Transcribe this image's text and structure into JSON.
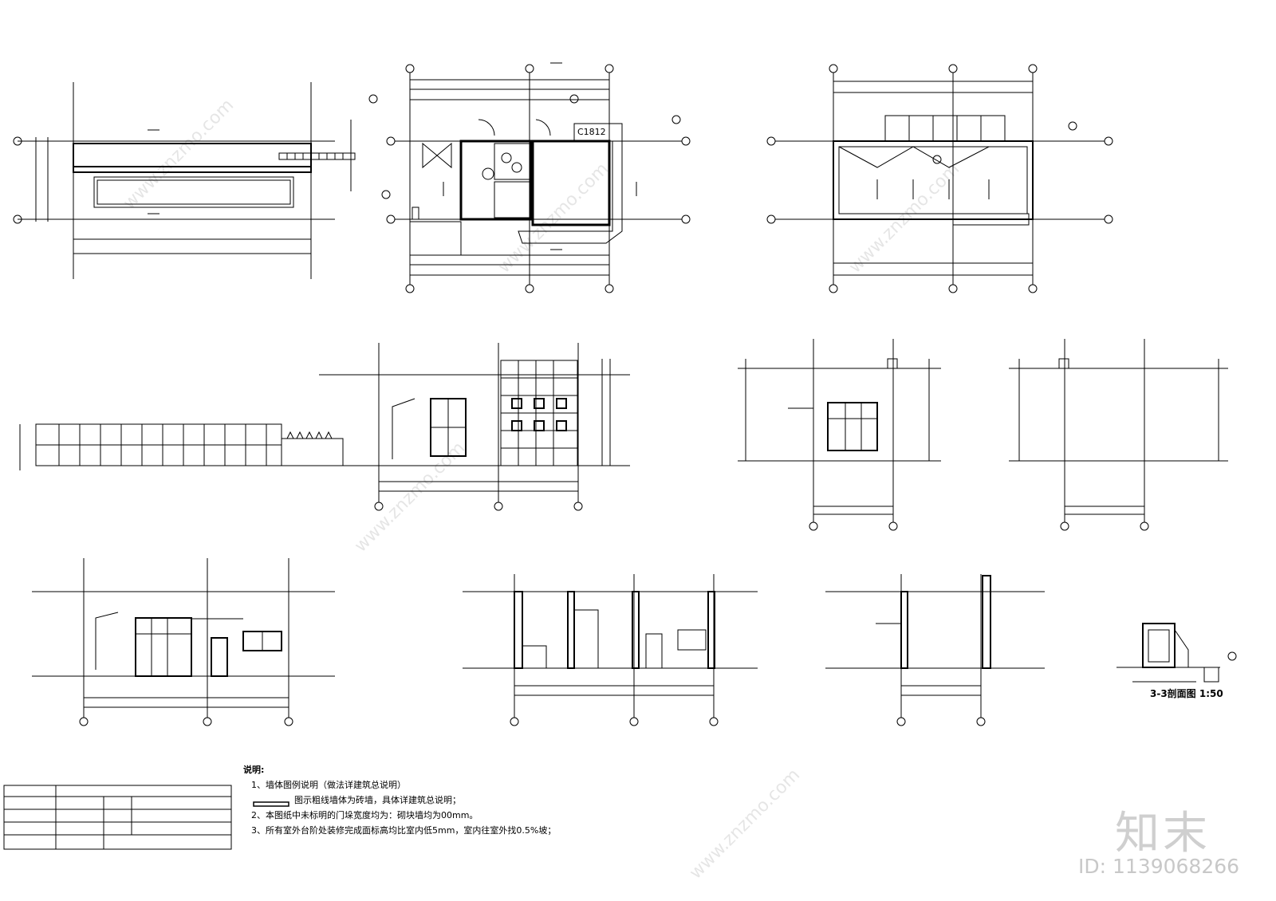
{
  "drawing": {
    "door_tag": "C1812",
    "section_3_title": "3-3剖面图 1:50"
  },
  "notes": {
    "heading": "说明:",
    "items": [
      "1、墙体图例说明（做法详建筑总说明）",
      "图示粗线墙体为砖墙，具体详建筑总说明；",
      "2、本图纸中未标明的门垛宽度均为：砌块墙均为00mm。",
      "3、所有室外台阶处装修完成面标高均比室内低5mm，室内往室外找0.5%坡；"
    ]
  },
  "watermark": {
    "logo": "知末",
    "id": "ID: 1139068266",
    "site": "www.znzmo.com"
  }
}
